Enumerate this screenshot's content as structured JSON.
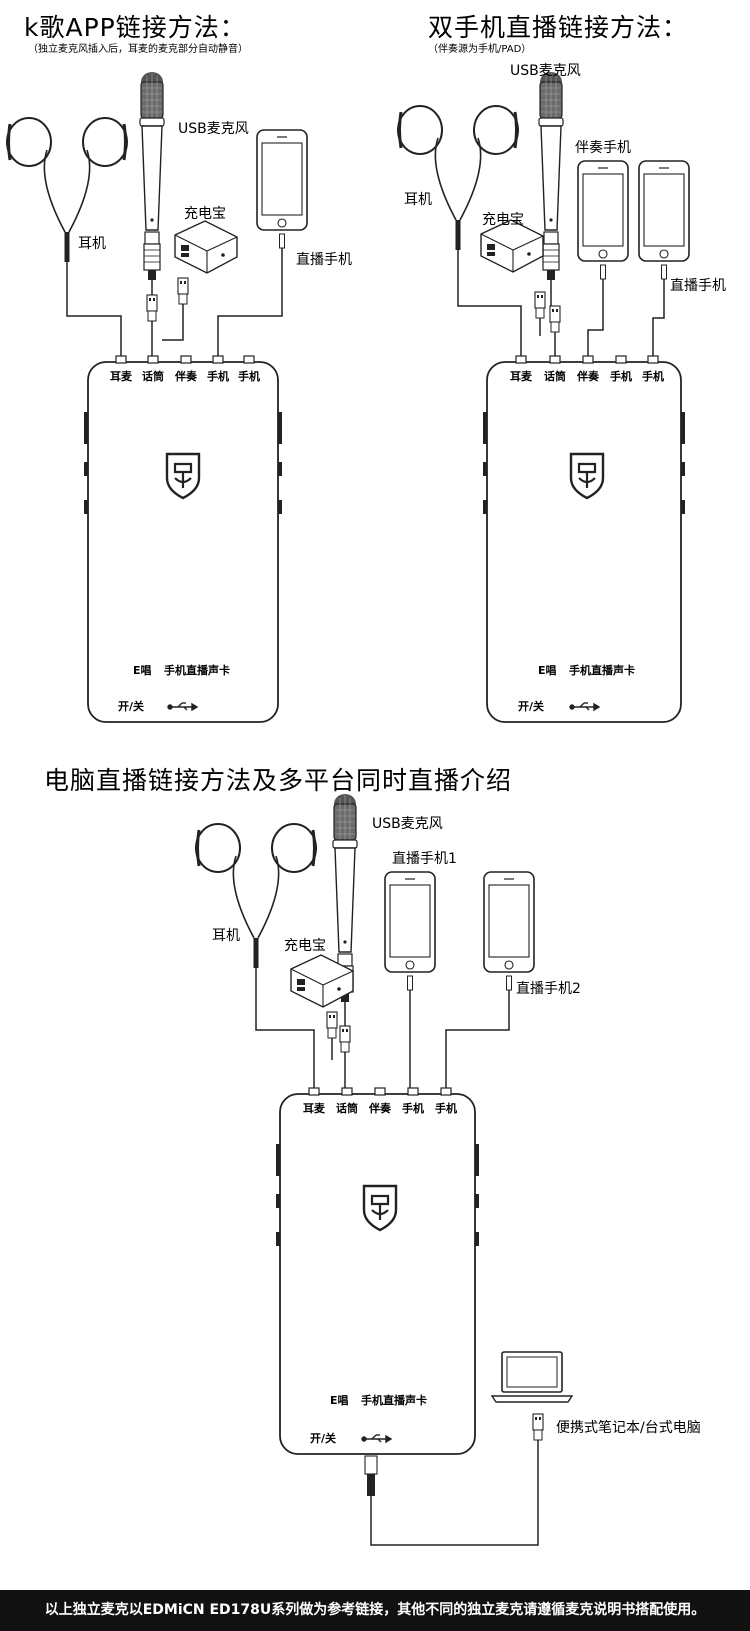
{
  "sections": {
    "k_song": {
      "title": "k歌APP链接方法：",
      "note": "（独立麦克风插入后，耳麦的麦克部分自动静音）",
      "labels": {
        "mic": "USB麦克风",
        "earphone": "耳机",
        "powerbank": "充电宝",
        "phone": "直播手机"
      }
    },
    "dual_phone": {
      "title": "双手机直播链接方法：",
      "note": "（伴奏源为手机/PAD）",
      "labels": {
        "mic": "USB麦克风",
        "earphone": "耳机",
        "powerbank": "充电宝",
        "accomp_phone": "伴奏手机",
        "live_phone": "直播手机"
      }
    },
    "pc": {
      "title": "电脑直播链接方法及多平台同时直播介绍",
      "labels": {
        "mic": "USB麦克风",
        "earphone": "耳机",
        "powerbank": "充电宝",
        "phone1": "直播手机1",
        "phone2": "直播手机2",
        "laptop": "便携式笔记本/台式电脑"
      }
    }
  },
  "device": {
    "ports": [
      "耳麦",
      "话筒",
      "伴奏",
      "手机",
      "手机"
    ],
    "brand": "E唱",
    "product": "手机直播声卡",
    "power": "开/关",
    "usb_icon": "usb-icon",
    "logo_icon": "shield-logo-icon"
  },
  "footer": "以上独立麦克以EDMiCN ED178U系列做为参考链接，其他不同的独立麦克请遵循麦克说明书搭配使用。",
  "colors": {
    "line": "#222222",
    "fill": "#ffffff",
    "footer_bg": "#111111",
    "footer_text": "#ffffff"
  }
}
